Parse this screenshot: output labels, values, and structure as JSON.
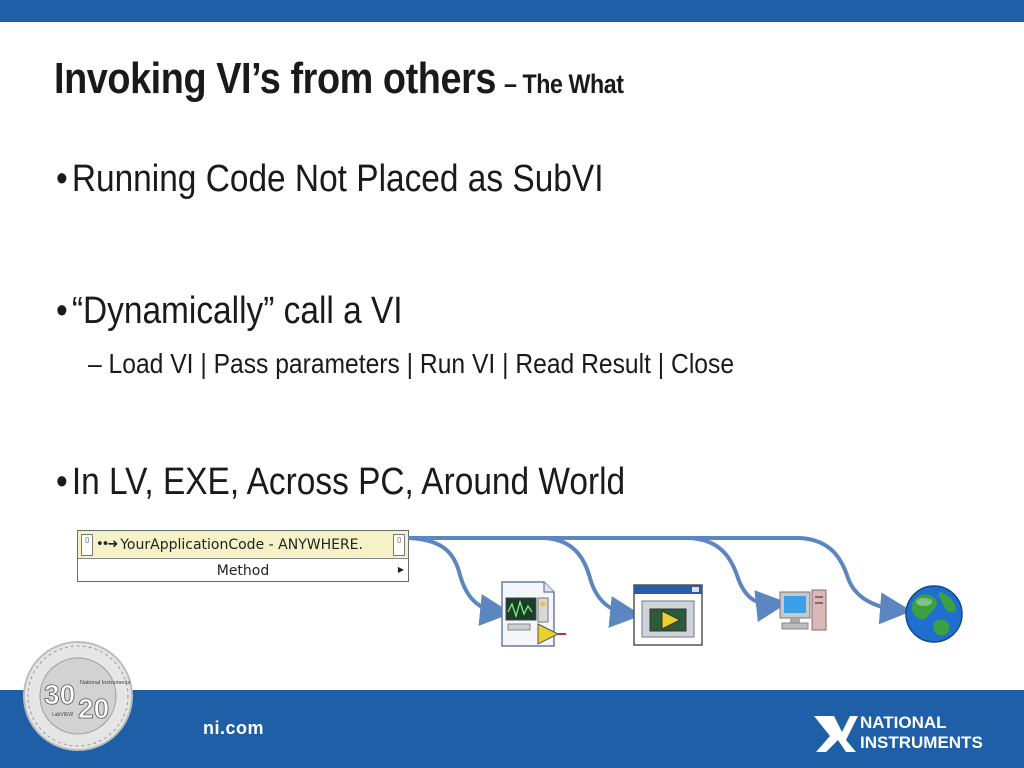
{
  "slide": {
    "title": "Invoking VI’s from others",
    "title_suffix": "– The What",
    "bullets": [
      "Running Code Not Placed as SubVI",
      "“Dynamically” call a VI",
      "In LV, EXE, Across PC, Around World"
    ],
    "sub_bullet": "– Load VI | Pass parameters | Run VI | Read Result | Close"
  },
  "invoke_node": {
    "reference": "YourApplicationCode - ANYWHERE.",
    "method": "Method"
  },
  "icons": [
    "vi-file-icon",
    "exe-window-icon",
    "pc-computer-icon",
    "globe-icon"
  ],
  "footer": {
    "site": "ni.com",
    "badge_top": "30",
    "badge_bottom": "20",
    "badge_brand": "National Instruments",
    "badge_product": "LabVIEW",
    "logo_line1": "NATIONAL",
    "logo_line2": "INSTRUMENTS"
  },
  "colors": {
    "bar_blue": "#1f5fa8",
    "arrow_blue": "#5b86c0",
    "node_header": "#f6f2c8"
  }
}
